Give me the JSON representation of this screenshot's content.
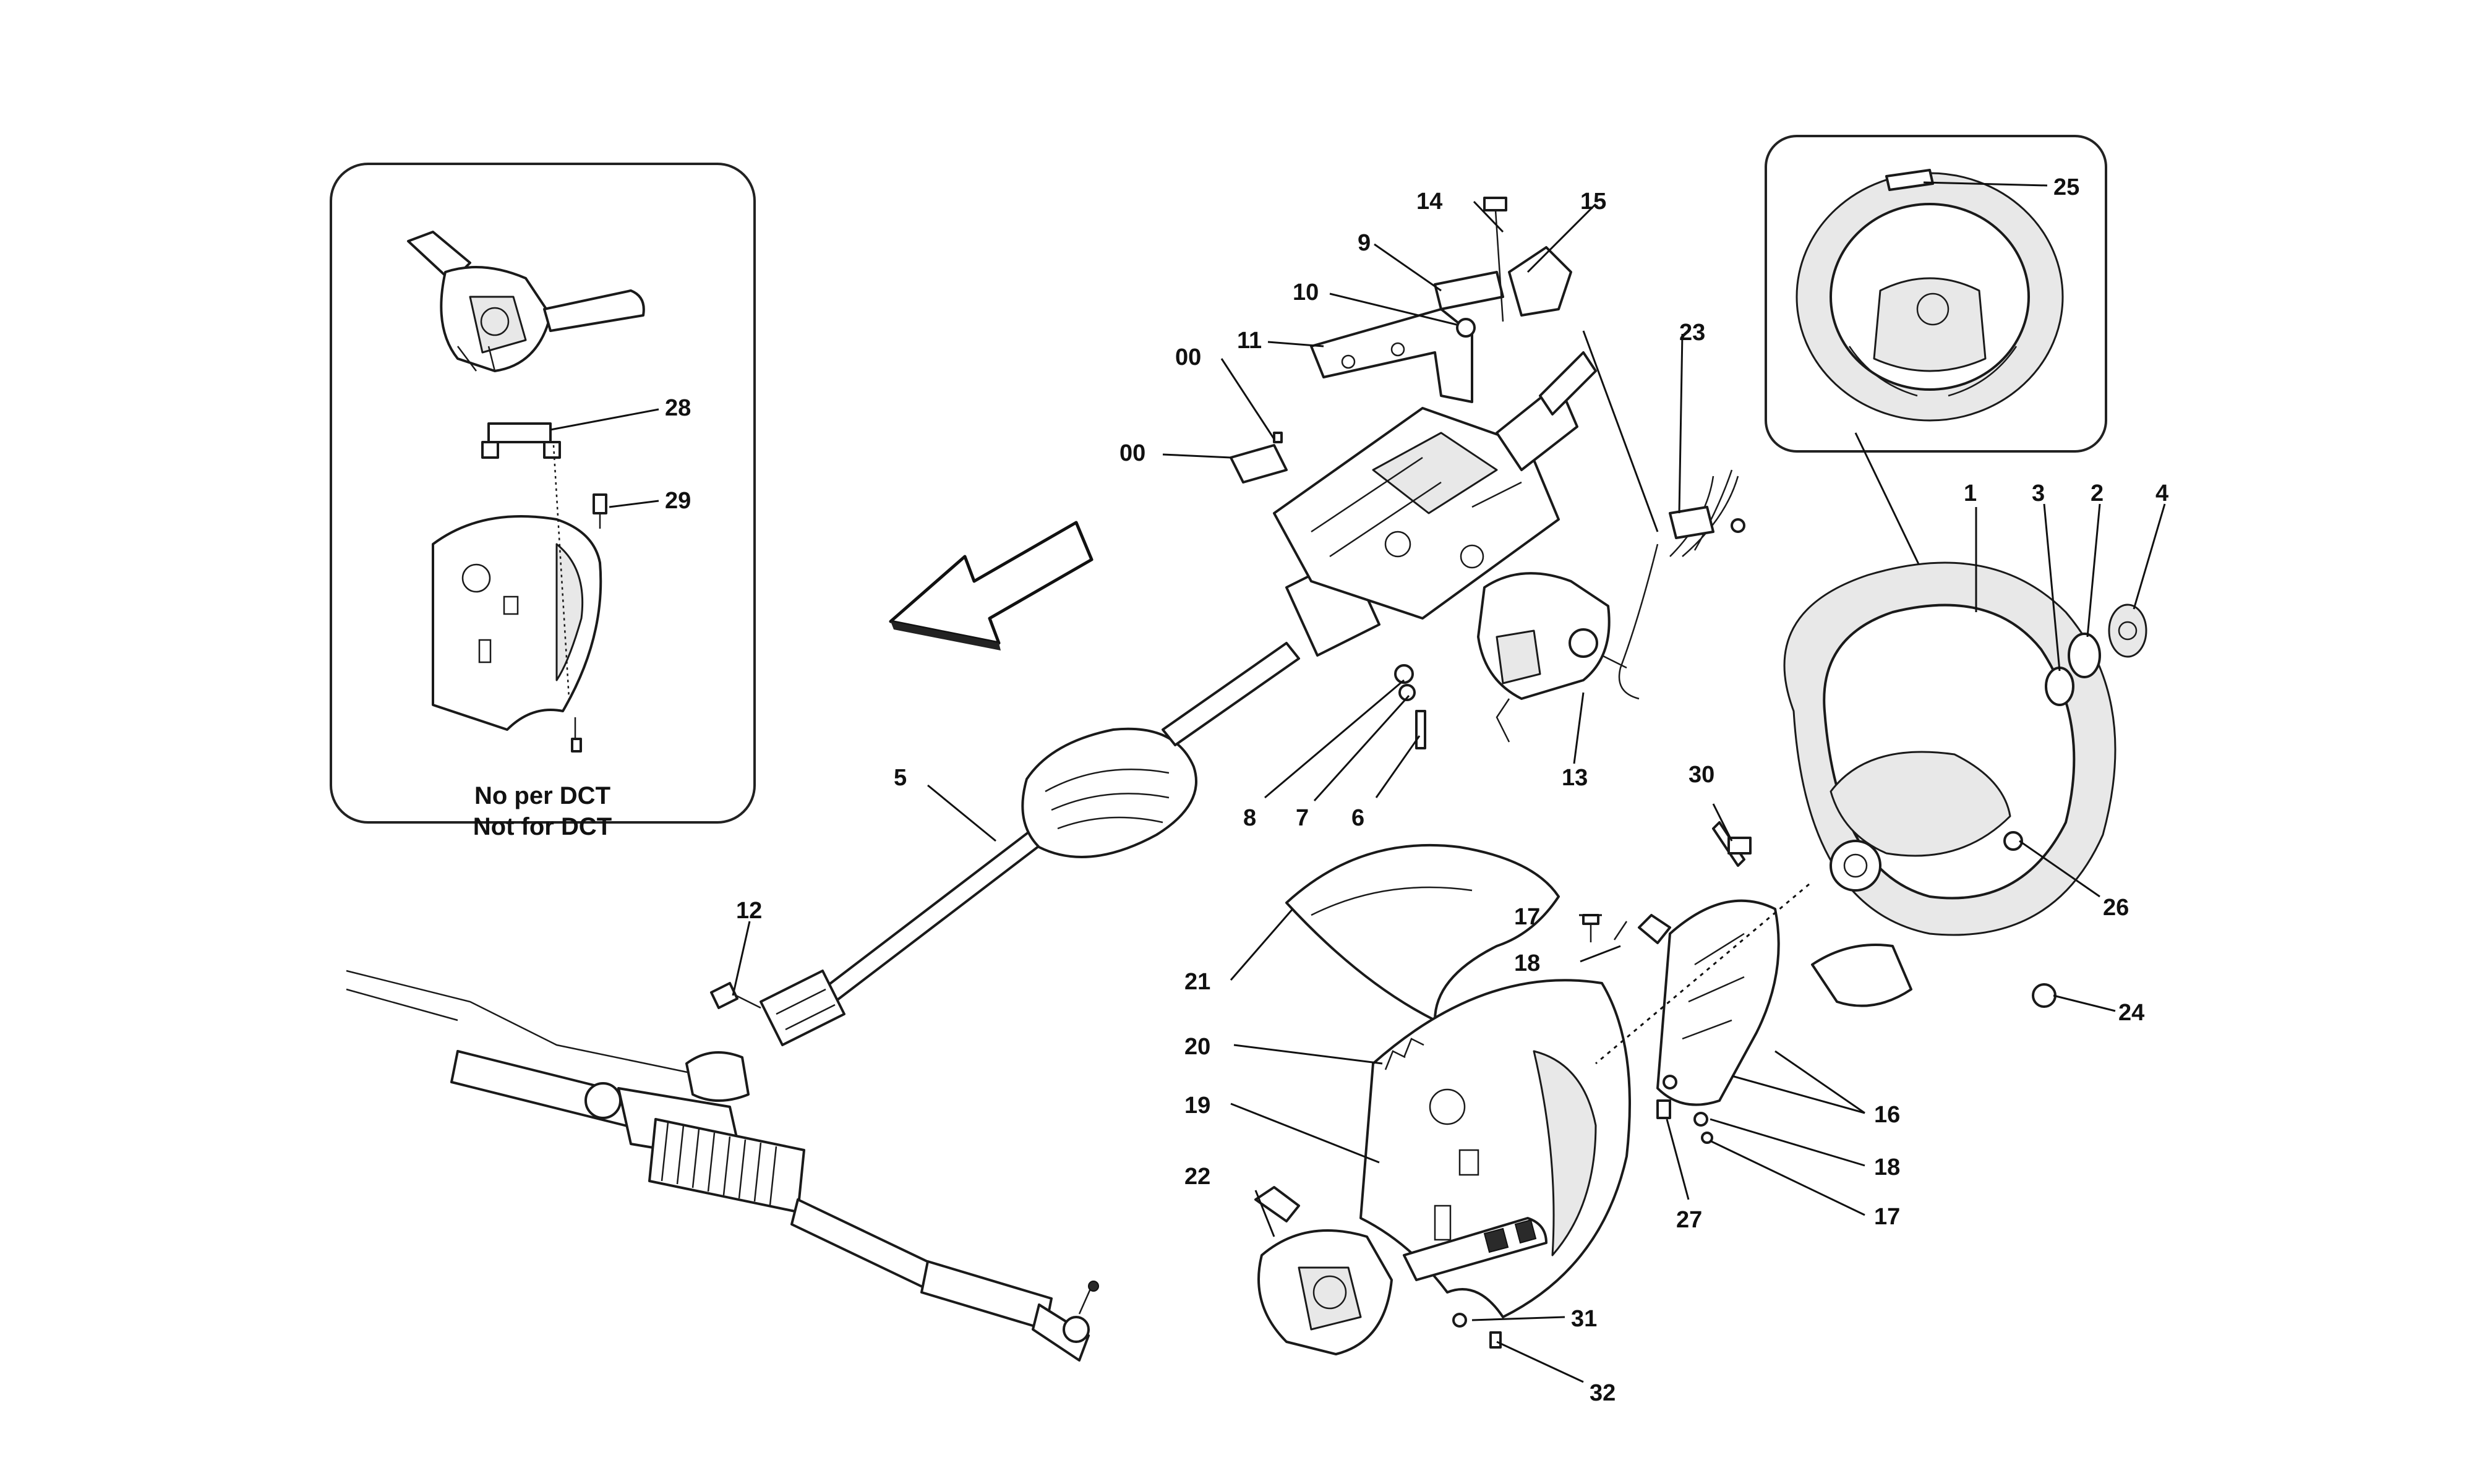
{
  "inset": {
    "caption_line1": "No per DCT",
    "caption_line2": "Not for DCT"
  },
  "callouts": {
    "c1": "1",
    "c2": "2",
    "c3": "3",
    "c4": "4",
    "c5": "5",
    "c6": "6",
    "c7": "7",
    "c8": "8",
    "c9": "9",
    "c10": "10",
    "c11": "11",
    "c12": "12",
    "c13": "13",
    "c14": "14",
    "c15": "15",
    "c16": "16",
    "c17a": "17",
    "c17b": "17",
    "c18a": "18",
    "c18b": "18",
    "c19": "19",
    "c20": "20",
    "c21": "21",
    "c22": "22",
    "c23": "23",
    "c24": "24",
    "c25": "25",
    "c26": "26",
    "c27": "27",
    "c28": "28",
    "c29": "29",
    "c30": "30",
    "c31": "31",
    "c32": "32",
    "c00a": "00",
    "c00b": "00"
  },
  "icons": {
    "direction_arrow": "front-direction-arrow-icon"
  }
}
